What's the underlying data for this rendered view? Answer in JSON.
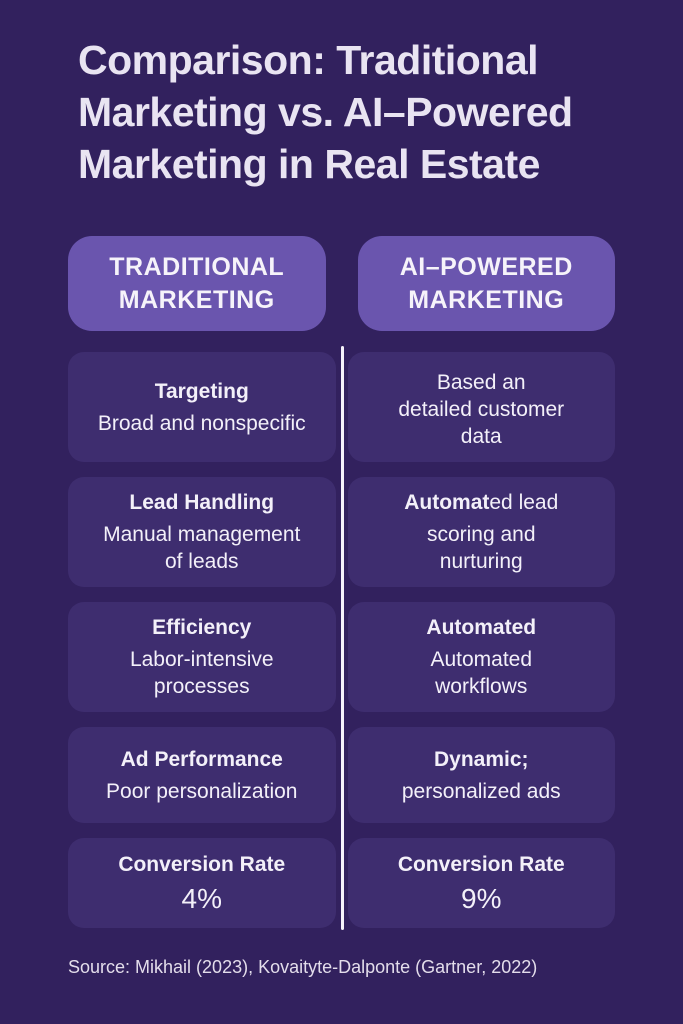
{
  "page": {
    "title": "Comparison: Traditional\nMarketing vs. AI–Powered\nMarketing in Real Estate",
    "source": "Source: Mikhail (2023), Kovaityte-Dalponte (Gartner, 2022)"
  },
  "columns": {
    "traditional": "TRADITIONAL\nMARKETING",
    "ai": "AI–POWERED\nMARKETING"
  },
  "rows": [
    {
      "left": {
        "title": "Targeting",
        "body": "Broad and nonspecific"
      },
      "right": {
        "body": "Based an\ndetailed customer\ndata"
      }
    },
    {
      "left": {
        "title": "Lead Handling",
        "body": "Manual management\nof leads"
      },
      "right": {
        "title_bold": "Automat",
        "title_rest": "ed lead",
        "body": "scoring and\nnurturing"
      }
    },
    {
      "left": {
        "title": "Efficiency",
        "body": "Labor-intensive\nprocesses"
      },
      "right": {
        "title": "Automated",
        "body": "Automated\nworkflows"
      }
    },
    {
      "left": {
        "title": "Ad Performance",
        "body": "Poor personalization"
      },
      "right": {
        "title": "Dynamic;",
        "body": "personalized ads"
      }
    },
    {
      "left": {
        "title": "Conversion Rate",
        "value": "4%"
      },
      "right": {
        "title": "Conversion Rate",
        "value": "9%"
      }
    }
  ],
  "chart_data": {
    "type": "table",
    "title": "Comparison: Traditional Marketing vs. AI–Powered Marketing in Real Estate",
    "columns": [
      "TRADITIONAL MARKETING",
      "AI–POWERED MARKETING"
    ],
    "rows": [
      {
        "aspect": "Targeting",
        "traditional": "Broad and nonspecific",
        "ai_powered": "Based an detailed customer data"
      },
      {
        "aspect": "Lead Handling",
        "traditional": "Manual management of leads",
        "ai_powered": "Automated lead scoring and nurturing"
      },
      {
        "aspect": "Efficiency",
        "traditional": "Labor-intensive processes",
        "ai_powered": "Automated workflows"
      },
      {
        "aspect": "Ad Performance",
        "traditional": "Poor personalization",
        "ai_powered": "Dynamic; personalized ads"
      },
      {
        "aspect": "Conversion Rate",
        "traditional": "4%",
        "ai_powered": "9%"
      }
    ],
    "source": "Source: Mikhail (2023), Kovaityte-Dalponte (Gartner, 2022)"
  },
  "colors": {
    "background": "#32215e",
    "card": "#3e2d6f",
    "pill": "#6a55ae",
    "title_text": "#e9e4f2",
    "pill_text": "#f6f3fa",
    "card_text": "#f3f0f9",
    "divider": "#f6f3fb",
    "source_text": "#e3ddeb"
  }
}
